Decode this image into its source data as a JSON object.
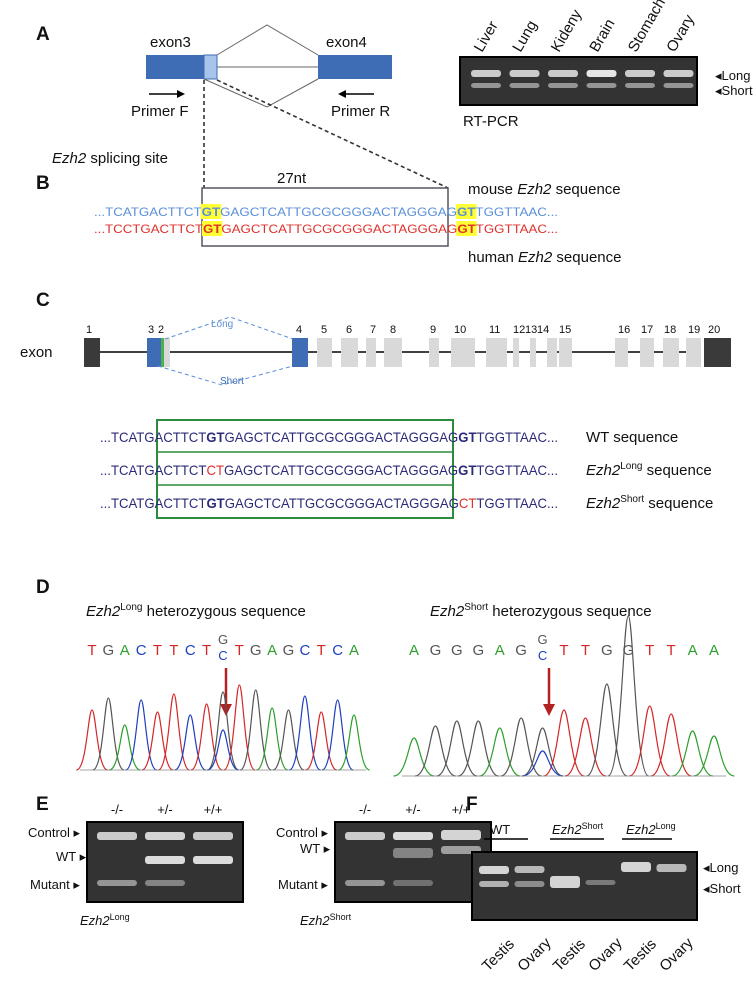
{
  "panels": {
    "a": "A",
    "b": "B",
    "c": "C",
    "d": "D",
    "e": "E",
    "f": "F"
  },
  "a": {
    "exon3": "exon3",
    "exon4": "exon4",
    "primer_f": "Primer F",
    "primer_r": "Primer R",
    "splice_gene": "Ezh2",
    "splice_rest": " splicing site",
    "tissues": [
      "Liver",
      "Lung",
      "Kideny",
      "Brain",
      "Stomach",
      "Ovary"
    ],
    "long": "Long",
    "short": "Short",
    "method": "RT-PCR"
  },
  "b": {
    "length": "27nt",
    "mouse_pre": " sequence",
    "mouse_label_a": "mouse ",
    "gene": "Ezh2",
    "human_label_a": "human ",
    "mouse_seq": {
      "pre": "...TCATGACTTCT",
      "gt1": "GT",
      "mid": "GAGCTCATTGCGCGGGACTAGGGAG",
      "gt2": "GT",
      "post": "TGGTTAAC..."
    },
    "human_seq": {
      "pre": "...TCCTGACTTCT",
      "gt1": "GT",
      "mid": "GAGCTCATTGCGCGGGACTAGGGAG",
      "gt2": "GT",
      "post": "TGGTTAAC..."
    }
  },
  "c": {
    "exon_label": "exon",
    "exon_numbers": [
      "1",
      "2",
      "3",
      "4",
      "5",
      "6",
      "7",
      "8",
      "9",
      "10",
      "11",
      "12",
      "13",
      "14",
      "15",
      "16",
      "17",
      "18",
      "19",
      "20"
    ],
    "long": "Long",
    "short": "Short",
    "rows": [
      {
        "pre": "...TCATGACTTCT",
        "d1": "GT",
        "mid": "GAGCTCATTGCGCGGGACTAGGGAG",
        "d2": "GT",
        "post": "TGGTTAAC...",
        "label": "WT sequence",
        "gene": "",
        "sup": "",
        "suffix": ""
      },
      {
        "pre": "...TCATGACTTCT",
        "d1": "CT",
        "mid": "GAGCTCATTGCGCGGGACTAGGGAG",
        "d2": "GT",
        "post": "TGGTTAAC...",
        "label": "",
        "gene": "Ezh2",
        "sup": "Long",
        "suffix": " sequence"
      },
      {
        "pre": "...TCATGACTTCT",
        "d1": "GT",
        "mid": "GAGCTCATTGCGCGGGACTAGGGAG",
        "d2": "CT",
        "post": "TGGTTAAC...",
        "label": "",
        "gene": "Ezh2",
        "sup": "Short",
        "suffix": " sequence"
      }
    ]
  },
  "d": {
    "left_gene": "Ezh2",
    "left_sup": "Long",
    "left_suffix": " heterozygous sequence",
    "right_gene": "Ezh2",
    "right_sup": "Short",
    "right_suffix": " heterozygous sequence",
    "left_bases": [
      "T",
      "G",
      "A",
      "C",
      "T",
      "T",
      "C",
      "T",
      "G",
      "T",
      "G",
      "A",
      "G",
      "C",
      "T",
      "C",
      "A"
    ],
    "left_alt": "C",
    "right_bases": [
      "A",
      "G",
      "G",
      "G",
      "A",
      "G",
      "G",
      "T",
      "T",
      "G",
      "G",
      "T",
      "T",
      "A",
      "A"
    ],
    "right_alt": "C",
    "colors": {
      "A": "#2ca02c",
      "C": "#1f3fbf",
      "G": "#555555",
      "T": "#d62728",
      "arrow": "#b22222"
    }
  },
  "e": {
    "genotypes": [
      "-/-",
      "+/-",
      "+/+"
    ],
    "control": "Control",
    "wt": "WT",
    "mutant": "Mutant",
    "left_gene": "Ezh2",
    "left_sup": "Long",
    "right_gene": "Ezh2",
    "right_sup": "Short"
  },
  "f": {
    "groups": [
      {
        "gene": "",
        "sup": "",
        "label": "WT"
      },
      {
        "gene": "Ezh2",
        "sup": "Short",
        "label": ""
      },
      {
        "gene": "Ezh2",
        "sup": "Long",
        "label": ""
      }
    ],
    "lanes": [
      "Testis",
      "Ovary",
      "Testis",
      "Ovary",
      "Testis",
      "Ovary"
    ],
    "long": "Long",
    "short": "Short"
  },
  "style": {
    "exon_blue": "#3e6db5",
    "mouse_blue": "#5b8fd9",
    "human_red": "#e0302c",
    "highlight": "#ffff33",
    "box_green": "#2e8b3e",
    "seq_navy": "#2b2b7a"
  }
}
